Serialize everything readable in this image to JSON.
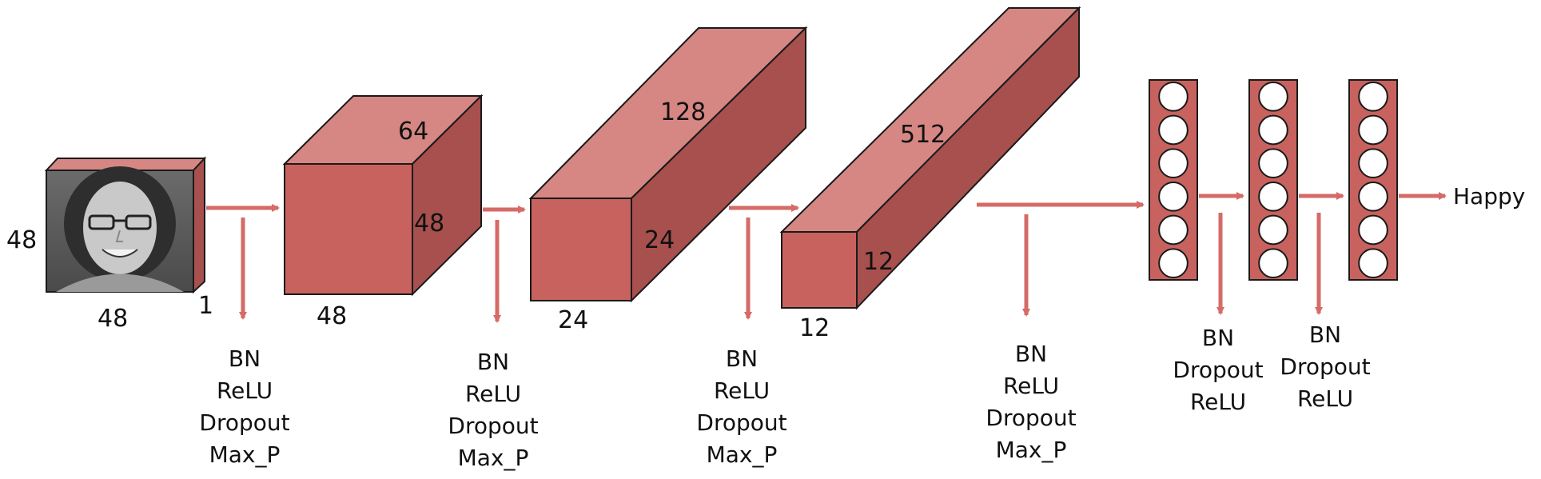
{
  "colors": {
    "front": "#c8625e",
    "top": "#d68783",
    "side": "#a8504e",
    "edge": "#1a1a1a",
    "arrow": "#d56b67",
    "neuron_fill": "#ffffff"
  },
  "input": {
    "height": "48",
    "width": "48",
    "channels": "1",
    "image_description_icon": "face-photo-icon"
  },
  "conv_blocks": [
    {
      "width": "48",
      "height": "48",
      "depth": "64"
    },
    {
      "width": "24",
      "height": "24",
      "depth": "128"
    },
    {
      "width": "12",
      "height": "12",
      "depth": "512"
    }
  ],
  "ops": {
    "after_input": [
      "BN",
      "ReLU",
      "Dropout",
      "Max_P"
    ],
    "after_conv1": [
      "BN",
      "ReLU",
      "Dropout",
      "Max_P"
    ],
    "after_conv2": [
      "BN",
      "ReLU",
      "Dropout",
      "Max_P"
    ],
    "after_conv3": [
      "BN",
      "ReLU",
      "Dropout",
      "Max_P"
    ],
    "after_fc1": [
      "BN",
      "Dropout",
      "ReLU"
    ],
    "after_fc2": [
      "BN",
      "Dropout",
      "ReLU"
    ]
  },
  "fc_layers": {
    "count": 3,
    "neurons_per_layer": 6
  },
  "output_label": "Happy"
}
